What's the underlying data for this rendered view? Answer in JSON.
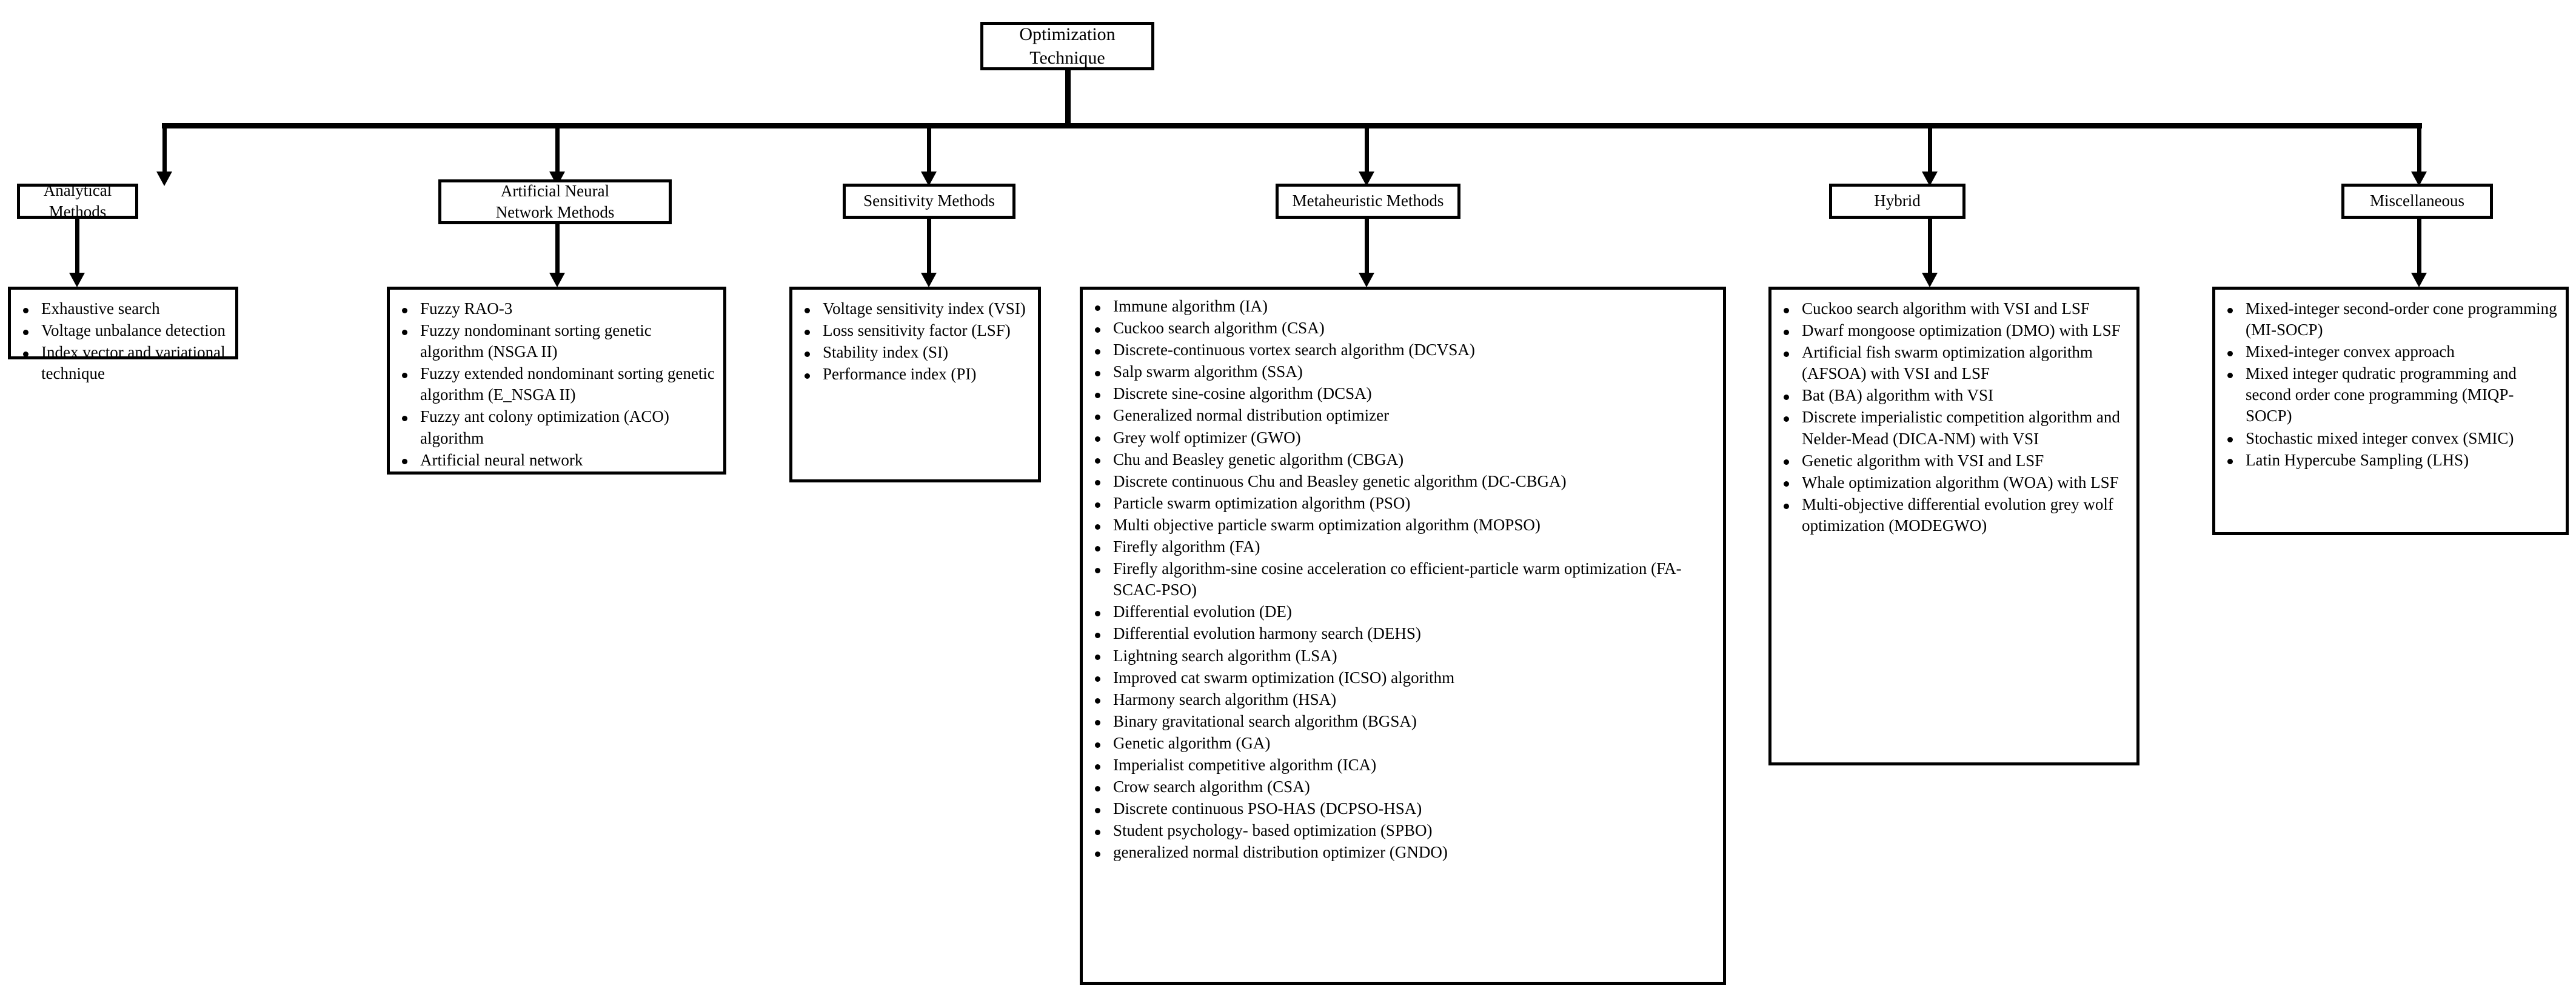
{
  "diagram": {
    "title": "Optimization Technique",
    "root": {
      "label": "Optimization Technique"
    },
    "branches": [
      {
        "id": "analytical",
        "label": "Analytical Methods",
        "items": [
          "Exhaustive search",
          "Voltage unbalance detection",
          "Index vector and variational technique"
        ]
      },
      {
        "id": "ann",
        "label": "Artificial Neural\nNetwork Methods",
        "label_line1": "Artificial Neural",
        "label_line2": "Network Methods",
        "items": [
          "Fuzzy RAO-3",
          "Fuzzy nondominant sorting genetic algorithm (NSGA II)",
          "Fuzzy extended nondominant sorting genetic algorithm (E_NSGA II)",
          "Fuzzy ant colony optimization (ACO) algorithm",
          "Artificial neural network"
        ]
      },
      {
        "id": "sensitivity",
        "label": "Sensitivity Methods",
        "items": [
          "Voltage sensitivity index (VSI)",
          "Loss sensitivity factor (LSF)",
          "Stability index (SI)",
          "Performance index (PI)"
        ]
      },
      {
        "id": "metaheuristic",
        "label": "Metaheuristic Methods",
        "items": [
          "Immune algorithm (IA)",
          "Cuckoo search algorithm (CSA)",
          "Discrete-continuous vortex search algorithm (DCVSA)",
          "Salp swarm algorithm (SSA)",
          "Discrete sine-cosine algorithm (DCSA)",
          "Generalized normal distribution optimizer",
          "Grey wolf optimizer (GWO)",
          "Chu and Beasley genetic algorithm (CBGA)",
          "Discrete continuous Chu and Beasley genetic algorithm (DC-CBGA)",
          "Particle swarm optimization algorithm (PSO)",
          "Multi objective particle swarm optimization algorithm (MOPSO)",
          "Firefly algorithm (FA)",
          "Firefly algorithm-sine cosine acceleration co efficient-particle warm optimization (FA-SCAC-PSO)",
          "Differential evolution (DE)",
          "Differential evolution harmony search (DEHS)",
          "Lightning search algorithm (LSA)",
          "Improved cat swarm optimization (ICSO) algorithm",
          "Harmony search algorithm (HSA)",
          "Binary gravitational search algorithm (BGSA)",
          "Genetic algorithm (GA)",
          "Imperialist competitive algorithm (ICA)",
          "Crow search algorithm (CSA)",
          "Discrete continuous PSO-HAS (DCPSO-HSA)",
          "Student psychology- based optimization (SPBO)",
          "generalized normal distribution optimizer (GNDO)"
        ]
      },
      {
        "id": "hybrid",
        "label": "Hybrid",
        "items": [
          "Cuckoo search algorithm with VSI and LSF",
          "Dwarf mongoose optimization (DMO) with LSF",
          "Artificial fish swarm optimization algorithm (AFSOA) with VSI and LSF",
          "Bat (BA) algorithm with VSI",
          "Discrete imperialistic competition algorithm and Nelder-Mead (DICA-NM) with VSI",
          "Genetic algorithm with VSI and LSF",
          "Whale optimization algorithm (WOA) with LSF",
          "Multi-objective differential evolution grey wolf optimization (MODEGWO)"
        ]
      },
      {
        "id": "miscellaneous",
        "label": "Miscellaneous",
        "items": [
          "Mixed-integer second-order cone programming (MI-SOCP)",
          "Mixed-integer convex approach",
          "Mixed integer qudratic programming and second order cone programming (MIQP-SOCP)",
          "Stochastic mixed integer convex (SMIC)",
          "Latin Hypercube Sampling (LHS)"
        ]
      }
    ],
    "colors": {
      "line": "#000000",
      "box_border": "#000000",
      "background": "#ffffff",
      "text": "#000000"
    }
  }
}
